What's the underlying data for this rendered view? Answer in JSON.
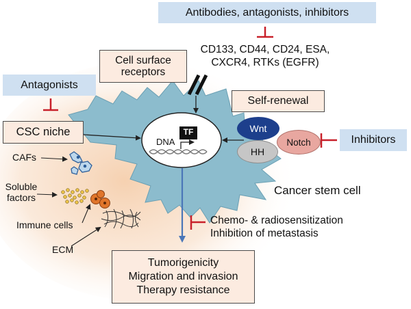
{
  "inhibitor_boxes": {
    "antibodies": "Antibodies, antagonists, inhibitors",
    "antagonists": "Antagonists",
    "inhibitors": "Inhibitors"
  },
  "markers": {
    "line1": "CD133, CD44, CD24, ESA,",
    "line2": "CXCR4, RTKs (EGFR)"
  },
  "boxes": {
    "cell_surface_line1": "Cell surface",
    "cell_surface_line2": "receptors",
    "self_renewal": "Self-renewal",
    "csc_niche": "CSC niche"
  },
  "nucleus": {
    "tf": "TF",
    "dna": "DNA"
  },
  "pathways": {
    "wnt": "Wnt",
    "notch": "Notch",
    "hh": "HH"
  },
  "niche_components": {
    "cafs": "CAFs",
    "soluble_line1": "Soluble",
    "soluble_line2": "factors",
    "immune_cells": "Immune cells",
    "ecm": "ECM"
  },
  "cell_label": "Cancer stem cell",
  "treatment": {
    "line1": "Chemo- & radiosensitization",
    "line2": "Inhibition of metastasis"
  },
  "outcomes": {
    "line1": "Tumorigenicity",
    "line2": "Migration and invasion",
    "line3": "Therapy resistance"
  },
  "colors": {
    "cell": "#8cbccd",
    "inhibitor_bar": "#c8202a",
    "arrow_blue": "#4a76b8",
    "wnt": "#1d3f8c",
    "notch": "#e8a7a0",
    "hh": "#c6c6c6",
    "box_blue": "#cfe0f1",
    "box_tan": "#fcebe0",
    "niche_shade": "#f4c9a3"
  }
}
